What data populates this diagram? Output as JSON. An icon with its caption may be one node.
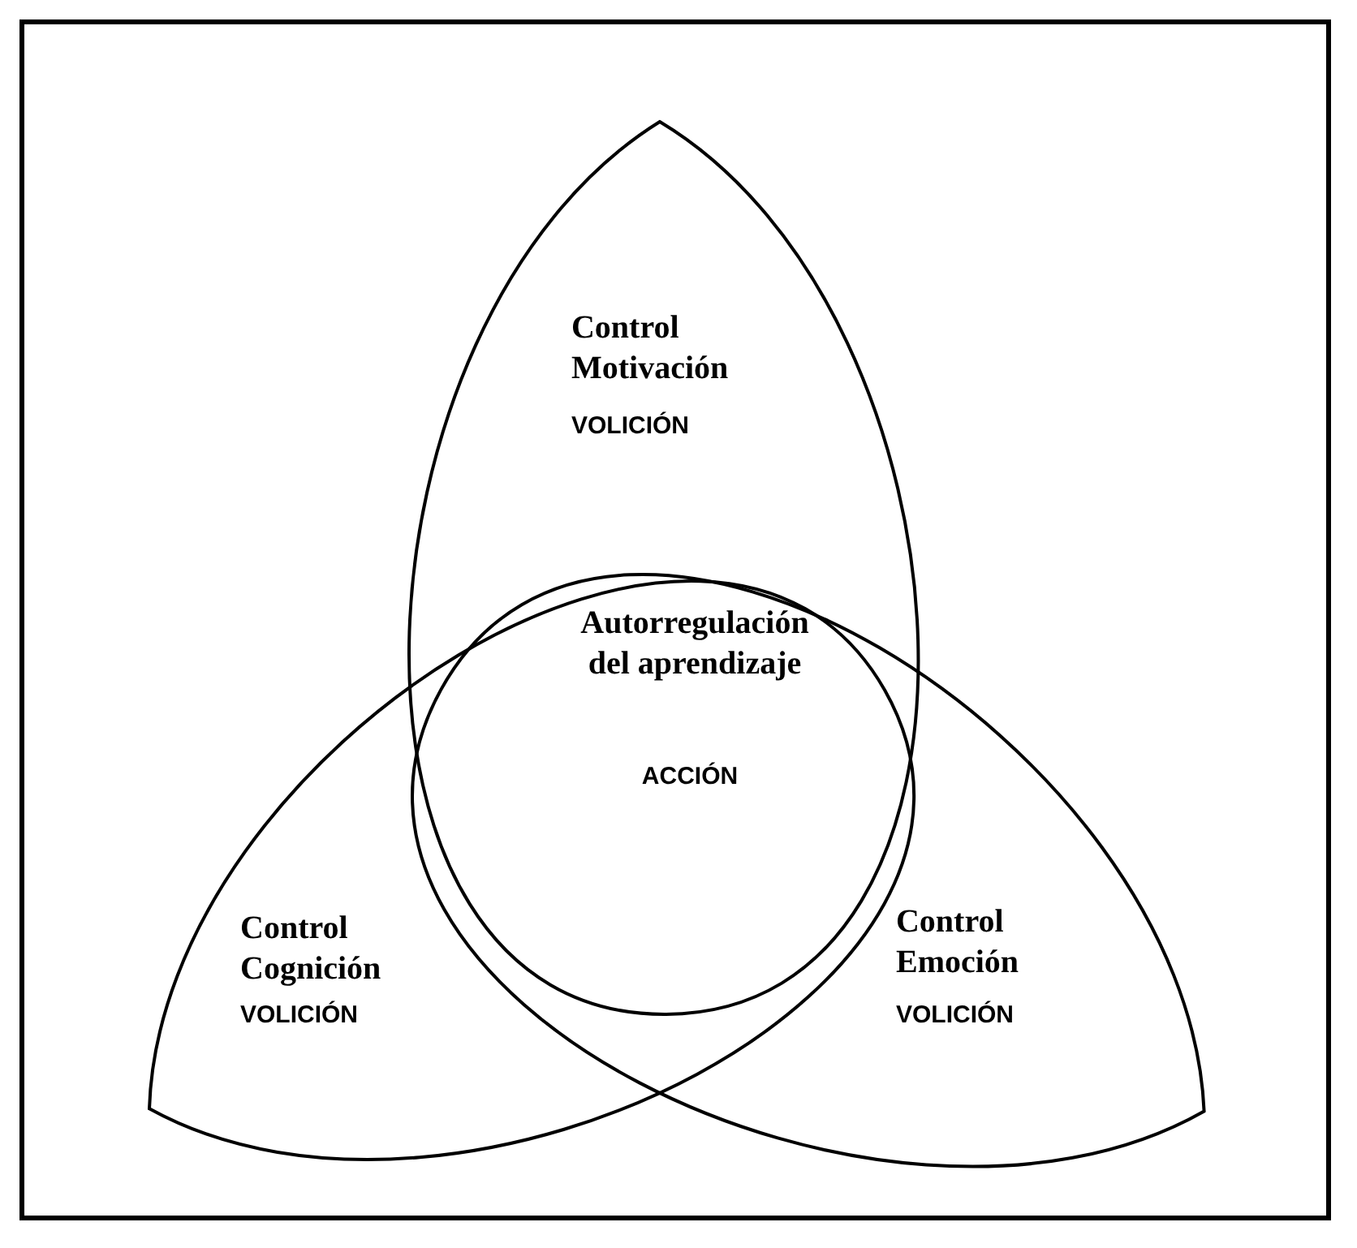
{
  "diagram": {
    "nodes": [
      {
        "text": [
          "Control Motivación",
          "VOLICIÓN"
        ]
      },
      {
        "text": [
          "Control Cognición",
          "VOLICIÓN"
        ]
      },
      {
        "text": [
          "Control Emoción",
          "VOLICIÓN"
        ]
      }
    ],
    "labels": [
      "Autorregulación del aprendizaje",
      "ACCIÓN"
    ]
  }
}
